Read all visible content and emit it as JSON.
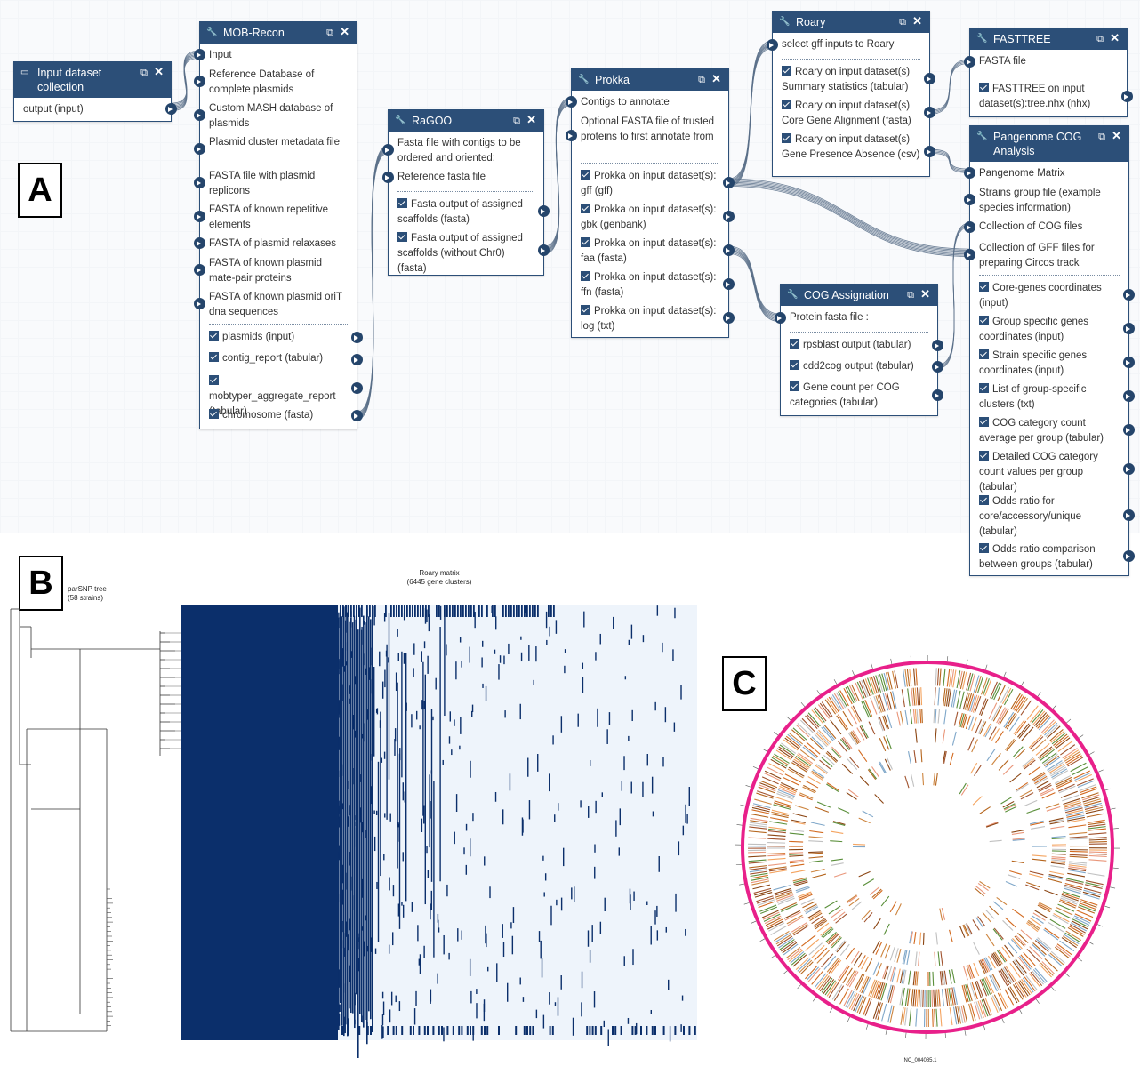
{
  "panels": {
    "a": "A",
    "b": "B",
    "c": "C"
  },
  "nodes": {
    "input_collection": {
      "title": "Input dataset collection",
      "outputs": [
        "output (input)"
      ]
    },
    "mob_recon": {
      "title": "MOB-Recon",
      "inputs": [
        "Input",
        "Reference Database of complete plasmids",
        "Custom MASH database of plasmids",
        "Plasmid cluster metadata file",
        "FASTA file with plasmid replicons",
        "FASTA of known repetitive elements",
        "FASTA of plasmid relaxases",
        "FASTA of known plasmid mate-pair proteins",
        "FASTA of known plasmid oriT dna sequences"
      ],
      "outputs": [
        "plasmids (input)",
        "contig_report (tabular)",
        "mobtyper_aggregate_report (tabular)",
        "chromosome (fasta)"
      ]
    },
    "ragoo": {
      "title": "RaGOO",
      "inputs": [
        "Fasta file with contigs to be ordered and oriented:",
        "Reference fasta file"
      ],
      "outputs": [
        "Fasta output of assigned scaffolds (fasta)",
        "Fasta output of assigned scaffolds (without Chr0) (fasta)"
      ]
    },
    "prokka": {
      "title": "Prokka",
      "inputs": [
        "Contigs to annotate",
        "Optional FASTA file of trusted proteins to first annotate from"
      ],
      "outputs": [
        "Prokka on input dataset(s): gff (gff)",
        "Prokka on input dataset(s): gbk (genbank)",
        "Prokka on input dataset(s): faa (fasta)",
        "Prokka on input dataset(s): ffn (fasta)",
        "Prokka on input dataset(s): log (txt)"
      ]
    },
    "roary": {
      "title": "Roary",
      "inputs": [
        "select gff inputs to Roary"
      ],
      "outputs": [
        "Roary on input dataset(s) Summary statistics (tabular)",
        "Roary on input dataset(s) Core Gene Alignment (fasta)",
        "Roary on input dataset(s) Gene Presence Absence (csv)"
      ]
    },
    "fasttree": {
      "title": "FASTTREE",
      "inputs": [
        "FASTA file"
      ],
      "outputs": [
        "FASTTREE on input dataset(s):tree.nhx (nhx)"
      ]
    },
    "cog": {
      "title": "COG Assignation",
      "inputs": [
        "Protein fasta file :"
      ],
      "outputs": [
        "rpsblast output (tabular)",
        "cdd2cog output (tabular)",
        "Gene count per COG categories (tabular)"
      ]
    },
    "pangenome": {
      "title": "Pangenome COG Analysis",
      "inputs": [
        "Pangenome Matrix",
        "Strains group file (example species information)",
        "Collection of COG files",
        "Collection of GFF files for preparing Circos track"
      ],
      "outputs": [
        "Core-genes coordinates (input)",
        "Group specific genes coordinates (input)",
        "Strain specific genes coordinates (input)",
        "List of group-specific clusters (txt)",
        "COG category count average per group (tabular)",
        "Detailed COG category count values per group (tabular)",
        "Odds ratio for core/accessory/unique (tabular)",
        "Odds ratio comparison between groups (tabular)"
      ]
    }
  },
  "panel_b": {
    "tree_label": "parSNP tree\n(58 strains)",
    "matrix_label": "Roary matrix\n(6445 gene clusters)"
  },
  "panel_c": {
    "bottom_label": "NC_004085.1"
  },
  "colors": {
    "node_header": "#2c4f78",
    "heatmap_dark": "#0b2f6b",
    "heatmap_light": "#eef4fb",
    "circos_ring": "#e8208a"
  }
}
